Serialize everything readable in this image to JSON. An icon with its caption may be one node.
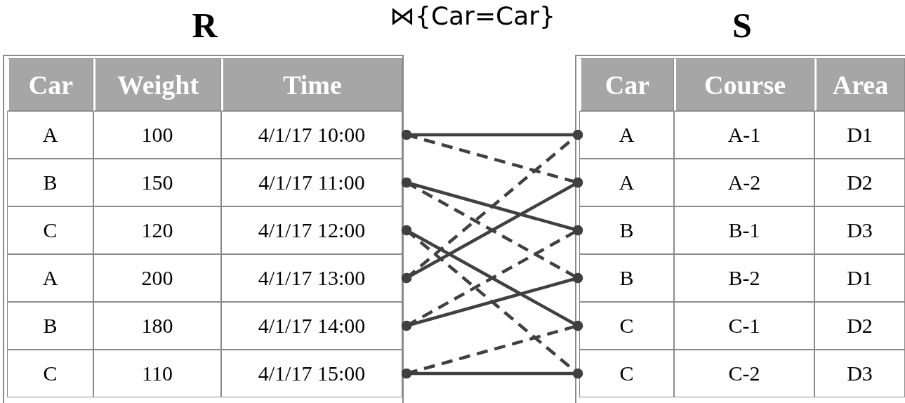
{
  "diagram": {
    "title": "⋈{Car=Car}",
    "nodes": [
      {
        "text": [
          "R"
        ]
      },
      {
        "text": [
          "A",
          "100",
          "4/1/17 10:00"
        ],
        "in": 0
      },
      {
        "text": [
          "B",
          "150",
          "4/1/17 11:00"
        ],
        "in": 0
      },
      {
        "text": [
          "C",
          "120",
          "4/1/17 12:00"
        ],
        "in": 0
      },
      {
        "text": [
          "A",
          "200",
          "4/1/17 13:00"
        ],
        "in": 0
      },
      {
        "text": [
          "B",
          "180",
          "4/1/17 14:00"
        ],
        "in": 0
      },
      {
        "text": [
          "C",
          "110",
          "4/1/17 15:00"
        ],
        "in": 0
      },
      {
        "text": [
          "S"
        ]
      },
      {
        "text": [
          "A",
          "A-1",
          "D1"
        ],
        "in": 7
      },
      {
        "text": [
          "A",
          "A-2",
          "D2"
        ],
        "in": 7
      },
      {
        "text": [
          "B",
          "B-1",
          "D3"
        ],
        "in": 7
      },
      {
        "text": [
          "B",
          "B-2",
          "D1"
        ],
        "in": 7
      },
      {
        "text": [
          "C",
          "C-1",
          "D2"
        ],
        "in": 7
      },
      {
        "text": [
          "C",
          "C-2",
          "D3"
        ],
        "in": 7
      }
    ],
    "edges": [
      {
        "from": 1,
        "to": 8,
        "arrow": "other"
      },
      {
        "from": 1,
        "to": 9,
        "arrow": "other",
        "style": "dashed"
      },
      {
        "from": 2,
        "to": 10,
        "arrow": "other"
      },
      {
        "from": 2,
        "to": 11,
        "arrow": "other",
        "style": "dashed"
      },
      {
        "from": 3,
        "to": 12,
        "arrow": "other"
      },
      {
        "from": 3,
        "to": 13,
        "arrow": "other",
        "style": "dashed"
      },
      {
        "from": 4,
        "to": 9,
        "arrow": "other"
      },
      {
        "from": 4,
        "to": 8,
        "arrow": "other",
        "style": "dashed"
      },
      {
        "from": 5,
        "to": 11,
        "arrow": "other"
      },
      {
        "from": 5,
        "to": 10,
        "arrow": "other",
        "style": "dashed"
      },
      {
        "from": 6,
        "to": 13,
        "arrow": "other"
      },
      {
        "from": 6,
        "to": 12,
        "arrow": "other",
        "style": "dashed"
      }
    ],
    "labels": [
      "Car",
      "Weight",
      "Time",
      "Car",
      "Course",
      "Area"
    ]
  }
}
